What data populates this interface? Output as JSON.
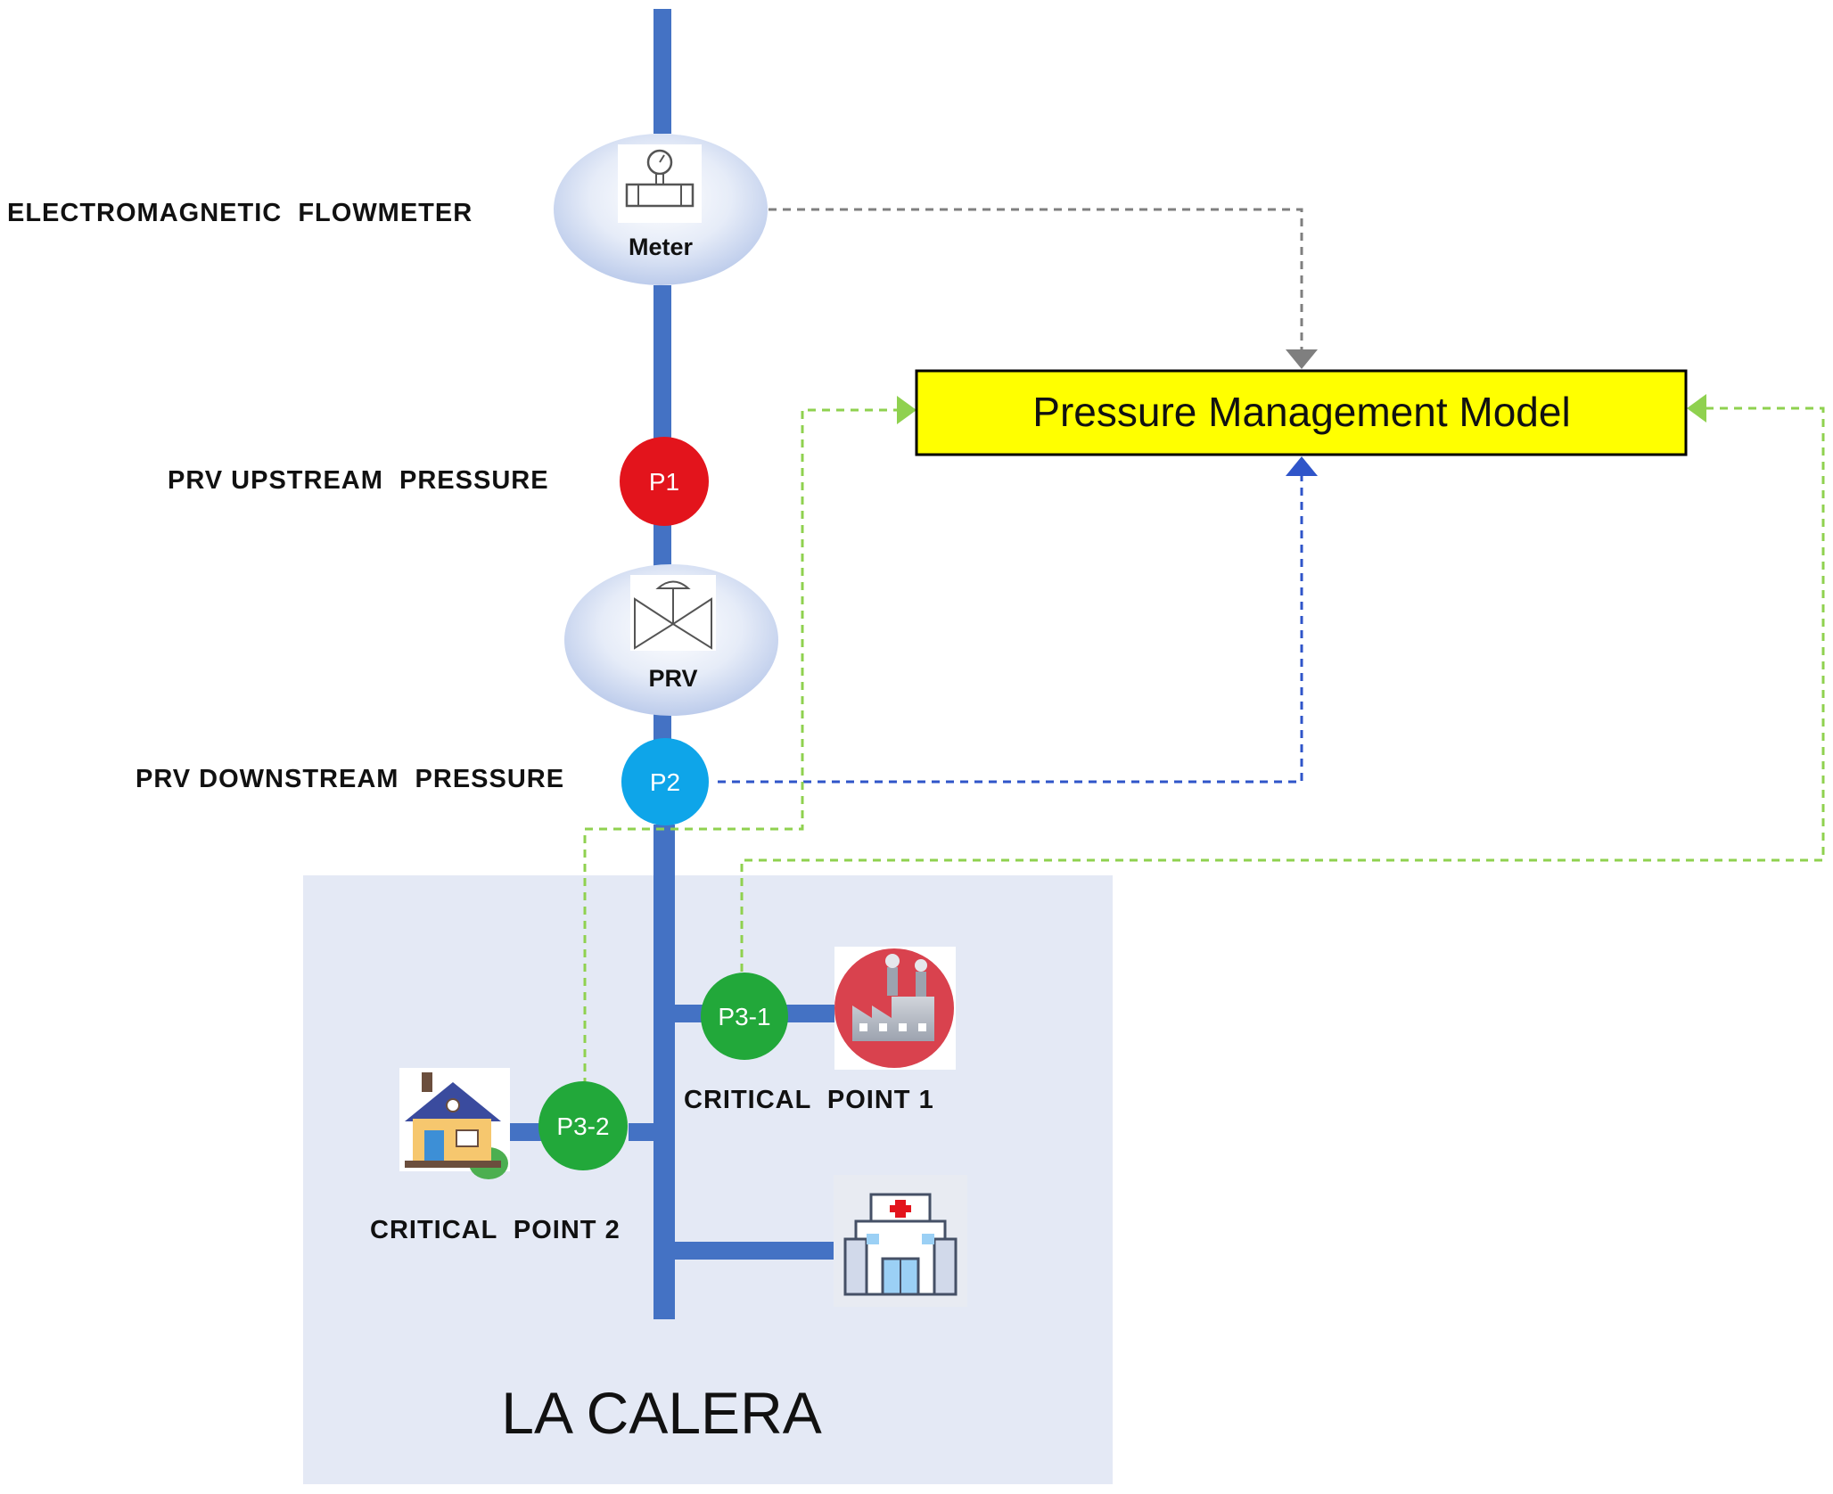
{
  "labels": {
    "flowmeter": "ELECTROMAGNETIC  FLOWMETER",
    "upstream": "PRV UPSTREAM  PRESSURE",
    "downstream": "PRV DOWNSTREAM  PRESSURE",
    "critical_point_1": "CRITICAL  POINT 1",
    "critical_point_2": "CRITICAL  POINT 2"
  },
  "meter": {
    "label": "Meter",
    "icon": "flowmeter-icon"
  },
  "prv": {
    "label": "PRV",
    "icon": "valve-icon"
  },
  "sensors": {
    "p1": {
      "label": "P1",
      "color": "#e3141c"
    },
    "p2": {
      "label": "P2",
      "color": "#0ea5e9"
    },
    "p3_1": {
      "label": "P3-1",
      "color": "#22a83a"
    },
    "p3_2": {
      "label": "P3-2",
      "color": "#22a83a"
    }
  },
  "model": {
    "label": "Pressure Management Model",
    "fill": "#ffff00"
  },
  "zone": {
    "label": "LA CALERA",
    "fill": "#e4e9f5"
  },
  "icons": {
    "factory": "factory-icon",
    "house": "house-icon",
    "hospital": "hospital-icon"
  },
  "colors": {
    "pipe": "#4472c4",
    "meter_link": "#7f7f7f",
    "p2_link": "#2f55c9",
    "critical_link": "#8fd14f"
  }
}
